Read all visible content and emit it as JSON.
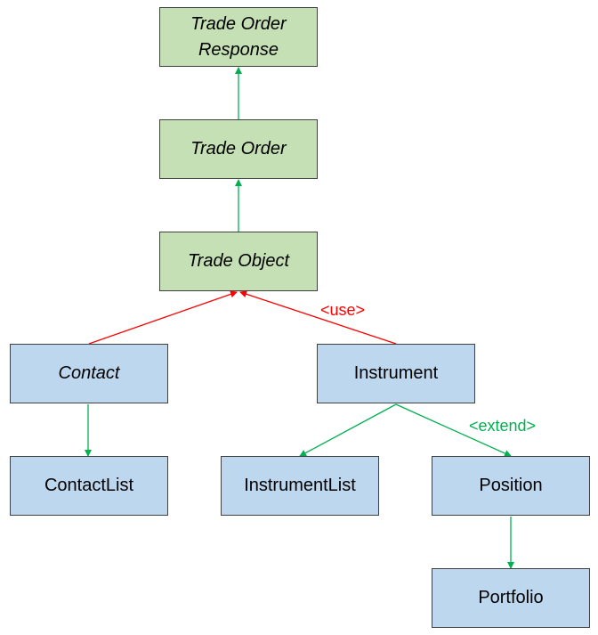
{
  "colors": {
    "green_fill": "#c5e0b4",
    "blue_fill": "#bdd7ee",
    "border": "#404040",
    "green_edge": "#00b050",
    "red_edge": "#ff0000"
  },
  "nodes": {
    "trade_order_response": {
      "line1": "Trade Order",
      "line2": "Response"
    },
    "trade_order": {
      "label": "Trade Order"
    },
    "trade_object": {
      "label": "Trade Object"
    },
    "contact": {
      "label": "Contact"
    },
    "instrument": {
      "label": "Instrument"
    },
    "contact_list": {
      "label": "ContactList"
    },
    "instrument_list": {
      "label": "InstrumentList"
    },
    "position": {
      "label": "Position"
    },
    "portfolio": {
      "label": "Portfolio"
    }
  },
  "relations": {
    "use_label": "<use>",
    "extend_label": "<extend>"
  }
}
